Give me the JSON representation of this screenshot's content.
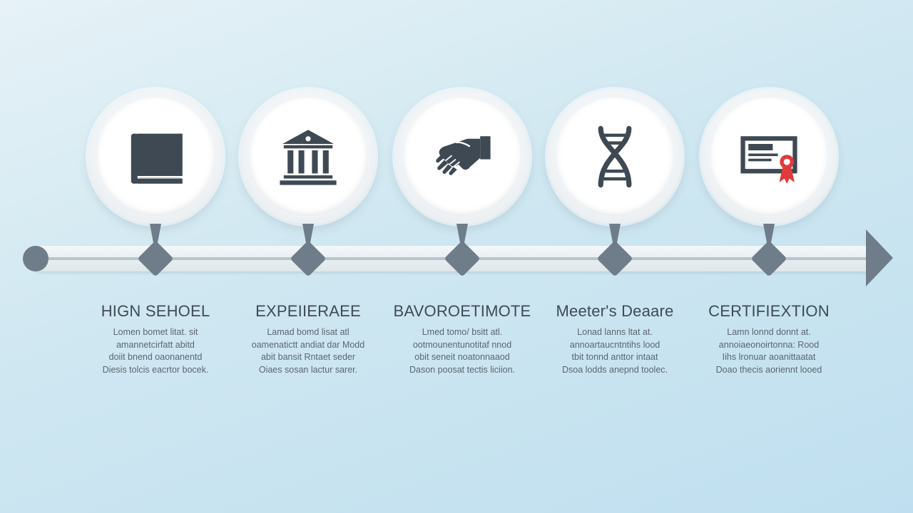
{
  "colors": {
    "node": "#6e7d89",
    "icon": "#3f4953",
    "accent_red": "#e23a3a",
    "background_start": "#e6f2f7",
    "background_end": "#bfdff0"
  },
  "steps": [
    {
      "icon": "book-icon",
      "title": "HIGN SEHOEL",
      "lines": [
        "Lomen bomet litat. sit",
        "amannetcirfatt abitd",
        "doiit bnend oaonanentd",
        "Diesis tolcis eacrtor bocek."
      ]
    },
    {
      "icon": "university-building-icon",
      "title": "EXPEIIERAEE",
      "lines": [
        "Lamad bomd lisat atl",
        "oamenatictt andiat dar Modd",
        "abit bansit Rntaet seder",
        "Oiaes sosan lactur sarer."
      ]
    },
    {
      "icon": "handshake-icon",
      "title": "BAVOROETIMOTE",
      "lines": [
        "Lmed tomo/ bsitt atl.",
        "ootmounentunotitaf nnod",
        "obit seneit noatonnaaod",
        "Dason poosat tectis liciion."
      ]
    },
    {
      "icon": "dna-icon",
      "title": "Meeter's Deaare",
      "lines": [
        "Lonad lanns ltat at.",
        "annoartaucntntihs lood",
        "tbit tonnd anttor intaat",
        "Dsoa lodds anepnd toolec."
      ]
    },
    {
      "icon": "certificate-icon",
      "title": "CERTIFIEXTION",
      "lines": [
        "Lamn lonnd donnt at.",
        "annoiaeonoirtonna: Rood",
        "Iihs lronuar aoanittaatat",
        "Doao thecis aoriennt looed"
      ]
    }
  ]
}
